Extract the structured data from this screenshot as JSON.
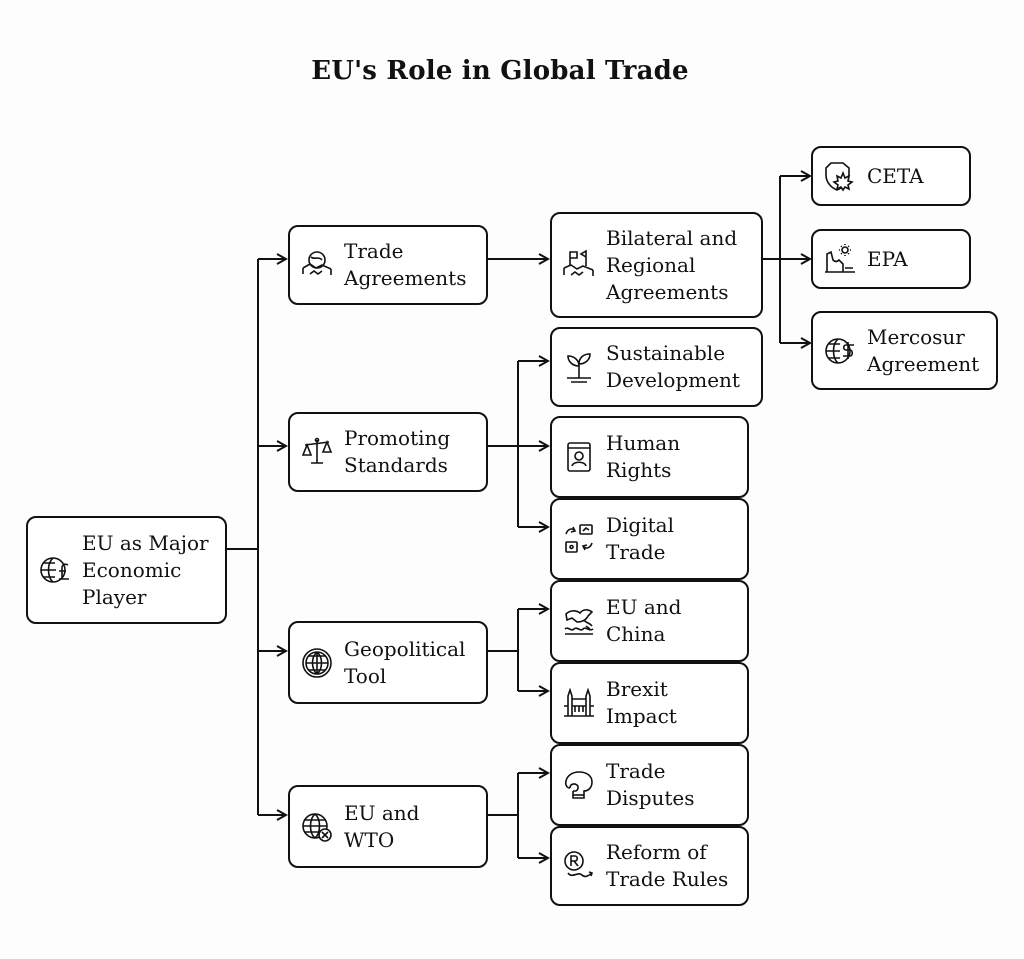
{
  "title": "EU's Role in Global Trade",
  "nodes": {
    "root": {
      "label": "EU as Major\nEconomic\nPlayer",
      "icon": "globe-pound-icon"
    },
    "trade_agreements": {
      "label": "Trade\nAgreements",
      "icon": "handshake-globe-icon"
    },
    "promoting_standards": {
      "label": "Promoting\nStandards",
      "icon": "balance-scale-icon"
    },
    "geopolitical_tool": {
      "label": "Geopolitical\nTool",
      "icon": "globe-icon"
    },
    "eu_wto": {
      "label": "EU and\nWTO",
      "icon": "globe-x-icon"
    },
    "bilateral": {
      "label": "Bilateral and\nRegional\nAgreements",
      "icon": "flags-handshake-icon"
    },
    "sustainable": {
      "label": "Sustainable\nDevelopment",
      "icon": "plant-icon"
    },
    "human_rights": {
      "label": "Human\nRights",
      "icon": "id-card-icon"
    },
    "digital_trade": {
      "label": "Digital\nTrade",
      "icon": "digital-exchange-icon"
    },
    "eu_china": {
      "label": "EU and\nChina",
      "icon": "dragon-icon"
    },
    "brexit": {
      "label": "Brexit\nImpact",
      "icon": "tower-bridge-icon"
    },
    "trade_disputes": {
      "label": "Trade\nDisputes",
      "icon": "boxing-glove-icon"
    },
    "reform": {
      "label": "Reform of\nTrade Rules",
      "icon": "registered-arrow-icon"
    },
    "ceta": {
      "label": "CETA",
      "icon": "maple-leaf-icon"
    },
    "epa": {
      "label": "EPA",
      "icon": "sun-landscape-icon"
    },
    "mercosur": {
      "label": "Mercosur\nAgreement",
      "icon": "globe-dollar-icon"
    }
  }
}
